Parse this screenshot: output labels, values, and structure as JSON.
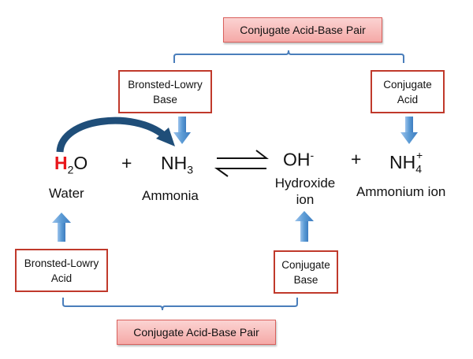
{
  "pair_top": {
    "label": "Conjugate Acid-Base Pair"
  },
  "pair_bottom": {
    "label": "Conjugate Acid-Base Pair"
  },
  "roles": {
    "bl_base": {
      "line1": "Bronsted-Lowry",
      "line2": "Base"
    },
    "conj_acid": {
      "line1": "Conjugate",
      "line2": "Acid"
    },
    "bl_acid": {
      "line1": "Bronsted-Lowry",
      "line2": "Acid"
    },
    "conj_base": {
      "line1": "Conjugate",
      "line2": "Base"
    }
  },
  "species": {
    "water": {
      "h": "H",
      "h_sub": "2",
      "rest": "O",
      "name": "Water"
    },
    "ammonia": {
      "base": "NH",
      "sub": "3",
      "name": "Ammonia"
    },
    "hydroxide": {
      "base": "OH",
      "sup": "-",
      "name_line1": "Hydroxide",
      "name_line2": "ion"
    },
    "ammonium": {
      "base": "NH",
      "sub": "4",
      "sup": "+",
      "name": "Ammonium ion"
    }
  },
  "operators": {
    "plus1": "+",
    "plus2": "+"
  },
  "colors": {
    "proton_highlight": "#e8161b",
    "box_border": "#c0392b",
    "bracket": "#4a7ebb",
    "arrow": "#5b9bd5",
    "curved_arrow": "#1f4e79"
  }
}
